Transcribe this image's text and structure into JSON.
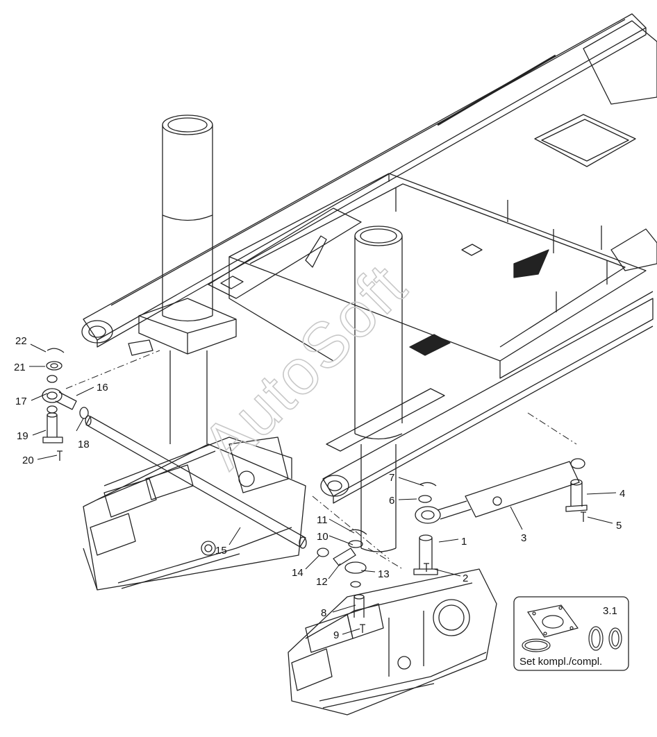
{
  "watermark": "AutoSoft",
  "callouts": [
    "1",
    "2",
    "3",
    "4",
    "5",
    "6",
    "7",
    "8",
    "9",
    "10",
    "11",
    "12",
    "13",
    "14",
    "15",
    "16",
    "17",
    "18",
    "19",
    "20",
    "21",
    "22"
  ],
  "kit": {
    "number": "3.1",
    "caption": "Set kompl./compl."
  }
}
